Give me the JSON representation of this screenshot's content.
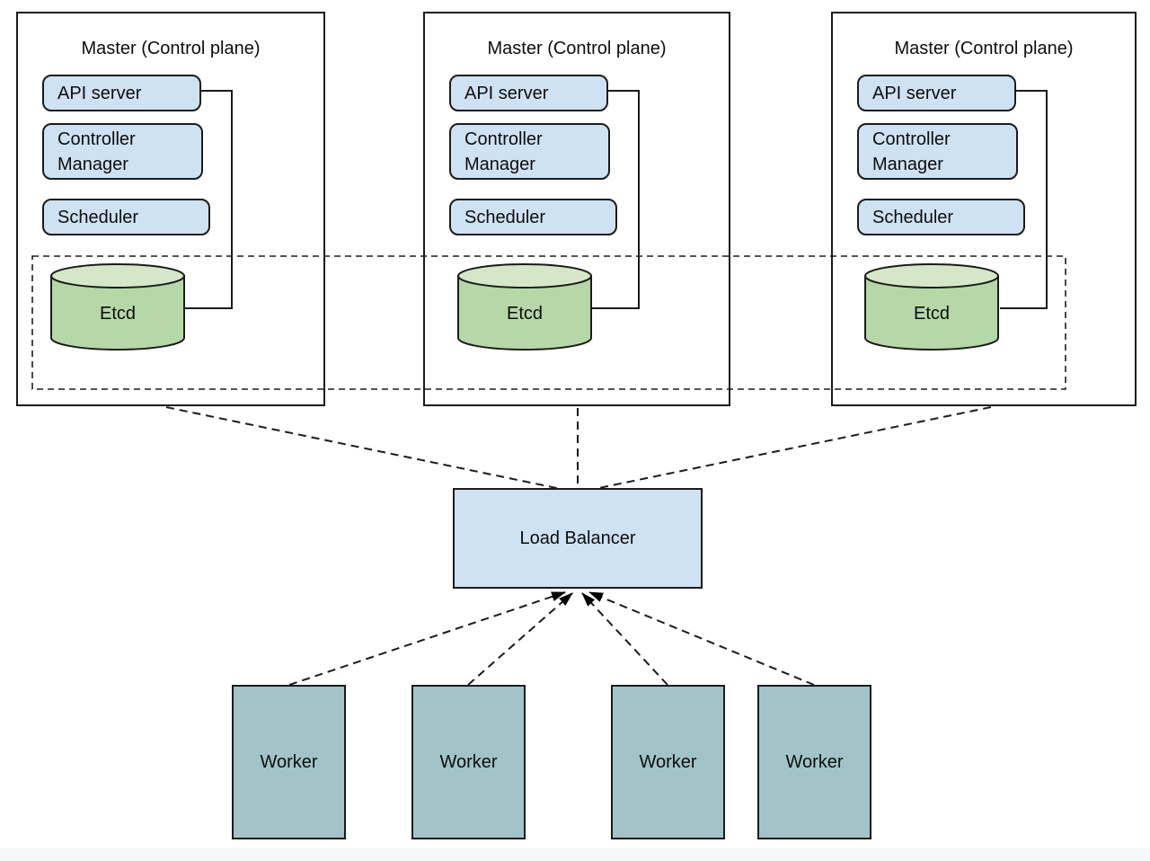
{
  "masters": [
    {
      "title": "Master (Control plane)",
      "api_server": "API server",
      "controller_manager": "Controller Manager",
      "scheduler": "Scheduler",
      "etcd": "Etcd"
    },
    {
      "title": "Master (Control plane)",
      "api_server": "API server",
      "controller_manager": "Controller Manager",
      "scheduler": "Scheduler",
      "etcd": "Etcd"
    },
    {
      "title": "Master (Control plane)",
      "api_server": "API server",
      "controller_manager": "Controller Manager",
      "scheduler": "Scheduler",
      "etcd": "Etcd"
    }
  ],
  "load_balancer": {
    "label": "Load Balancer"
  },
  "workers": [
    {
      "label": "Worker"
    },
    {
      "label": "Worker"
    },
    {
      "label": "Worker"
    },
    {
      "label": "Worker"
    }
  ],
  "colors": {
    "component_fill": "#cfe2f3",
    "etcd_body_fill": "#b6d7a8",
    "etcd_top_fill": "#d5e7c9",
    "worker_fill": "#a2c4c9",
    "stroke": "#1b1b1b",
    "background": "#ffffff"
  }
}
